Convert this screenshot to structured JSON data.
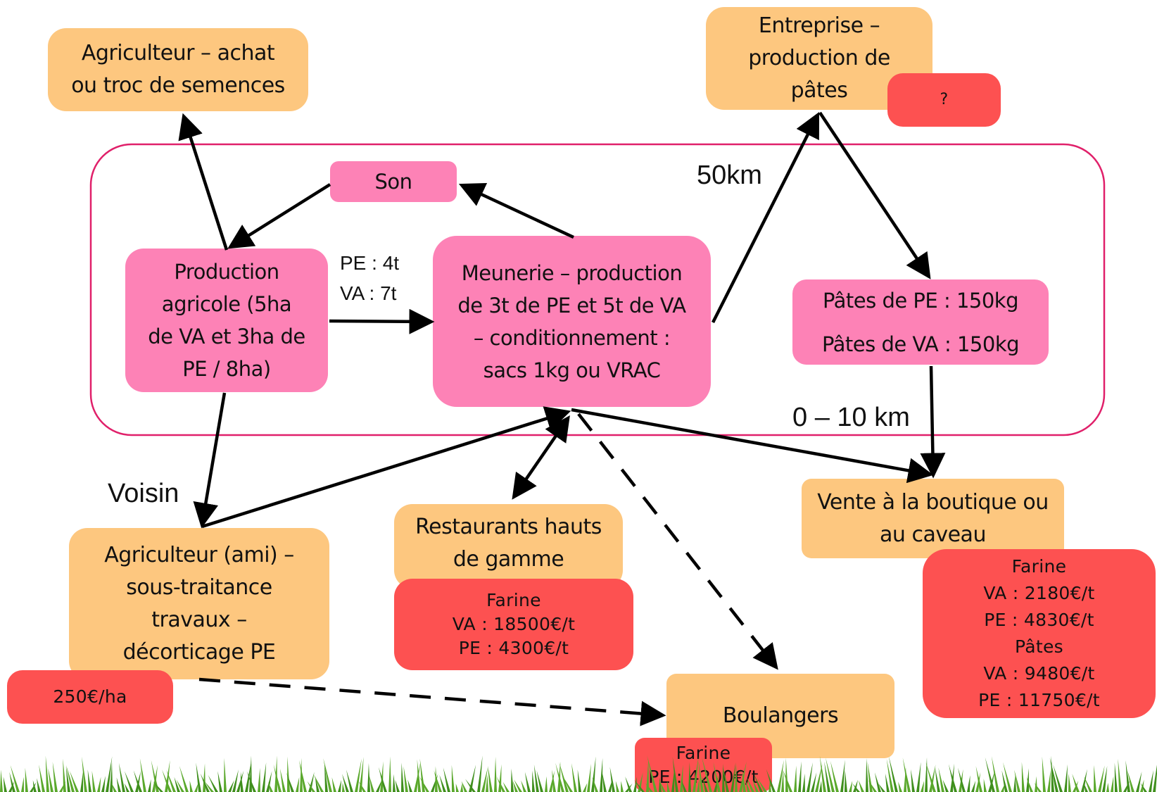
{
  "nodes": {
    "achat_semences": [
      "Agriculteur – achat",
      "ou troc de semences"
    ],
    "entreprise_pates": [
      "Entreprise –",
      "production de",
      "pâtes"
    ],
    "entreprise_price": [
      "?"
    ],
    "son": [
      "Son"
    ],
    "production": [
      "Production",
      "agricole (5ha",
      "de VA et 3ha de",
      "PE  / 8ha)"
    ],
    "meunerie": [
      "Meunerie – production",
      "de 3t de PE et 5t de VA",
      "– conditionnement :",
      "sacs 1kg ou VRAC"
    ],
    "pates_qty": [
      "Pâtes de PE : 150kg",
      "Pâtes de VA : 150kg"
    ],
    "agriculteur_ami": [
      "Agriculteur (ami) –",
      "sous-traitance",
      "travaux –",
      "décorticage PE"
    ],
    "ami_price": [
      "250€/ha"
    ],
    "restaurants": [
      "Restaurants hauts",
      "de gamme"
    ],
    "restaurants_price": [
      "Farine",
      "VA : 18500€/t",
      "PE : 4300€/t"
    ],
    "boutique": [
      "Vente à la boutique ou",
      "au caveau"
    ],
    "boutique_price": [
      "Farine",
      "VA : 2180€/t",
      "PE : 4830€/t",
      "Pâtes",
      "VA : 9480€/t",
      "PE : 11750€/t"
    ],
    "boulangers": [
      "Boulangers"
    ],
    "boulangers_price": [
      "Farine",
      "PE : 4200€/t"
    ]
  },
  "labels": {
    "pe_qty": "PE : 4t",
    "va_qty": "VA : 7t",
    "distance_entreprise": "50km",
    "distance_boutique": "0 – 10 km",
    "voisin": "Voisin"
  },
  "colors": {
    "orange": "#fdc77f",
    "pink": "#fd82b6",
    "red": "#fd5151",
    "frame": "#e0206a",
    "arrow": "#000000",
    "grass": "#3f8f1d"
  },
  "icons": [
    "arrow-icon",
    "grass-decoration"
  ]
}
